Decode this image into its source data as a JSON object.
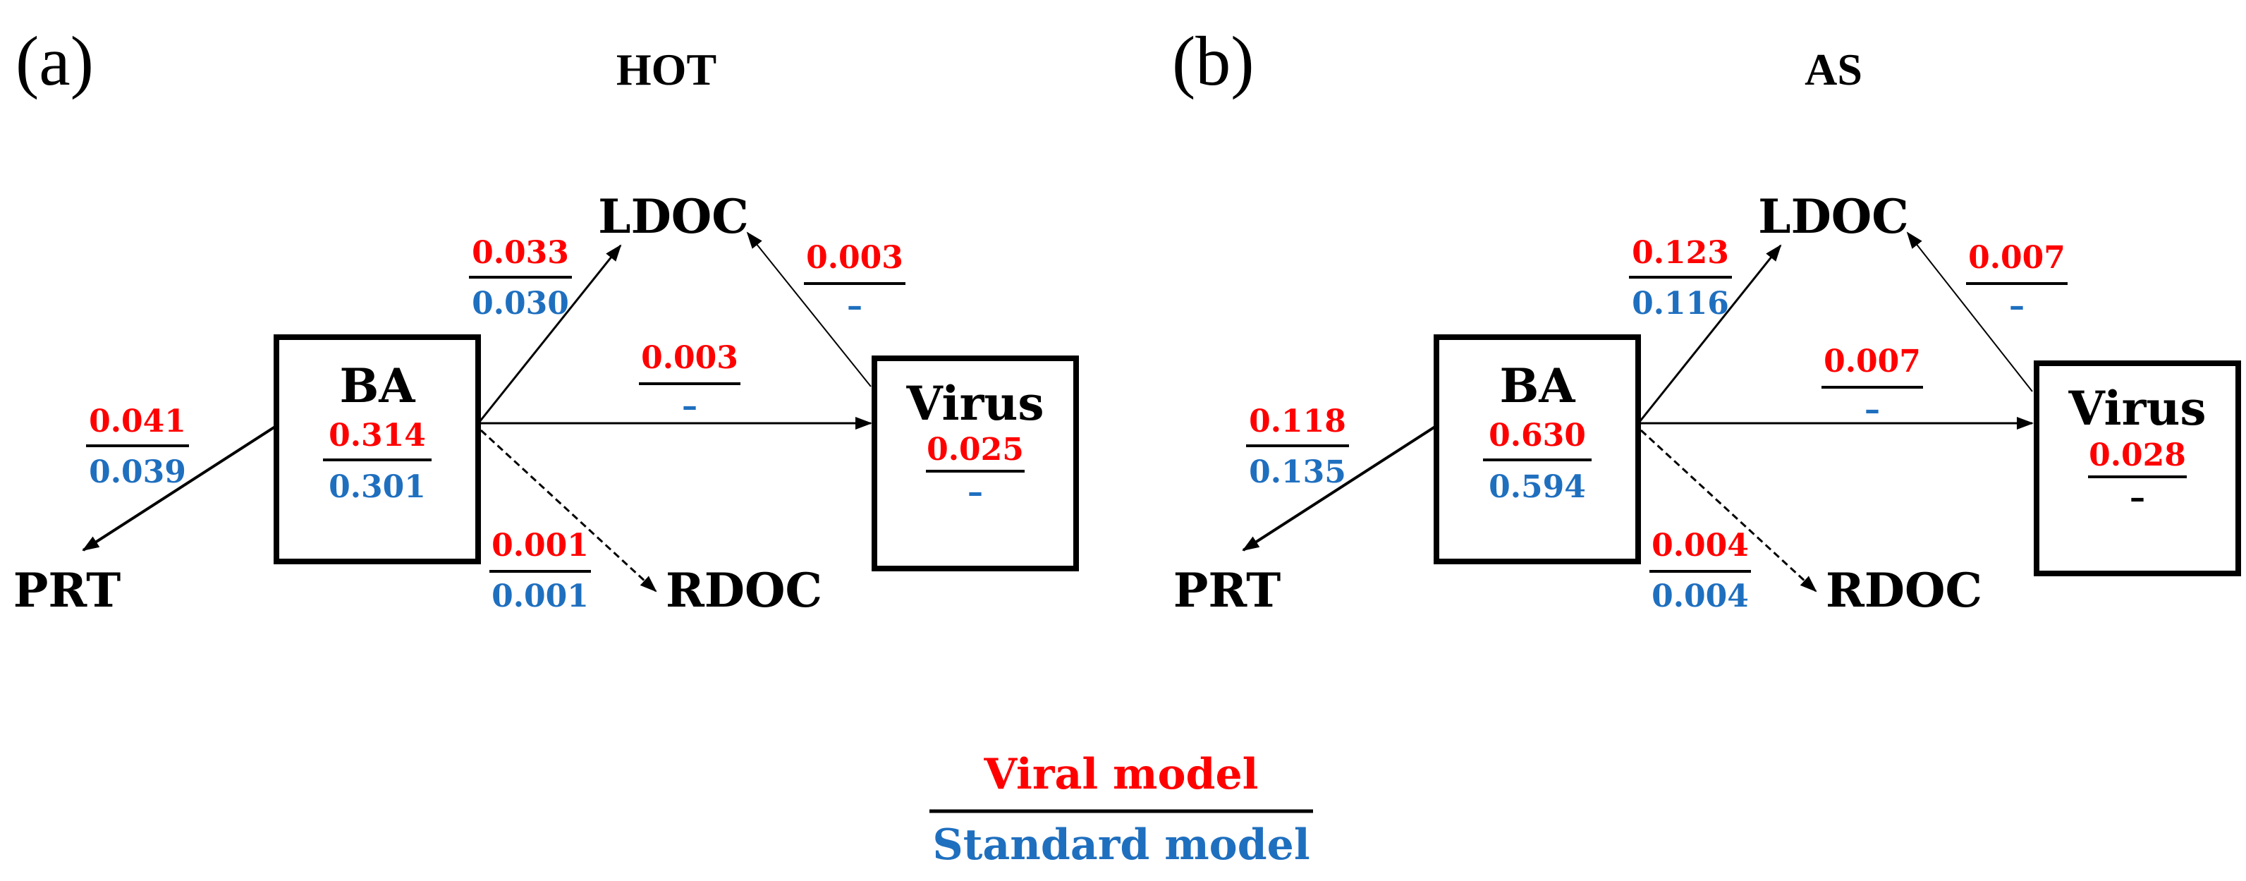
{
  "colors": {
    "viral": "#ff0000",
    "standard": "#1f6fbf",
    "ink": "#000000"
  },
  "panels": [
    {
      "tag": "(a)",
      "title": "HOT",
      "nodes": {
        "ldoc": "LDOC",
        "ba": "BA",
        "virus": "Virus",
        "prt": "PRT",
        "rdoc": "RDOC"
      },
      "ba_value": {
        "viral": "0.314",
        "standard": "0.301"
      },
      "virus_value": {
        "viral": "0.025",
        "standard": "–"
      },
      "edges": {
        "ba_ldoc": {
          "viral": "0.033",
          "standard": "0.030"
        },
        "virus_ldoc": {
          "viral": "0.003",
          "standard": "–"
        },
        "ba_virus": {
          "viral": "0.003",
          "standard": "–"
        },
        "ba_prt": {
          "viral": "0.041",
          "standard": "0.039"
        },
        "ba_rdoc": {
          "viral": "0.001",
          "standard": "0.001"
        }
      }
    },
    {
      "tag": "(b)",
      "title": "AS",
      "nodes": {
        "ldoc": "LDOC",
        "ba": "BA",
        "virus": "Virus",
        "prt": "PRT",
        "rdoc": "RDOC"
      },
      "ba_value": {
        "viral": "0.630",
        "standard": "0.594"
      },
      "virus_value": {
        "viral": "0.028",
        "standard": "–"
      },
      "edges": {
        "ba_ldoc": {
          "viral": "0.123",
          "standard": "0.116"
        },
        "virus_ldoc": {
          "viral": "0.007",
          "standard": "–"
        },
        "ba_virus": {
          "viral": "0.007",
          "standard": "–"
        },
        "ba_prt": {
          "viral": "0.118",
          "standard": "0.135"
        },
        "ba_rdoc": {
          "viral": "0.004",
          "standard": "0.004"
        }
      }
    }
  ],
  "legend": {
    "viral": "Viral model",
    "standard": "Standard model"
  }
}
